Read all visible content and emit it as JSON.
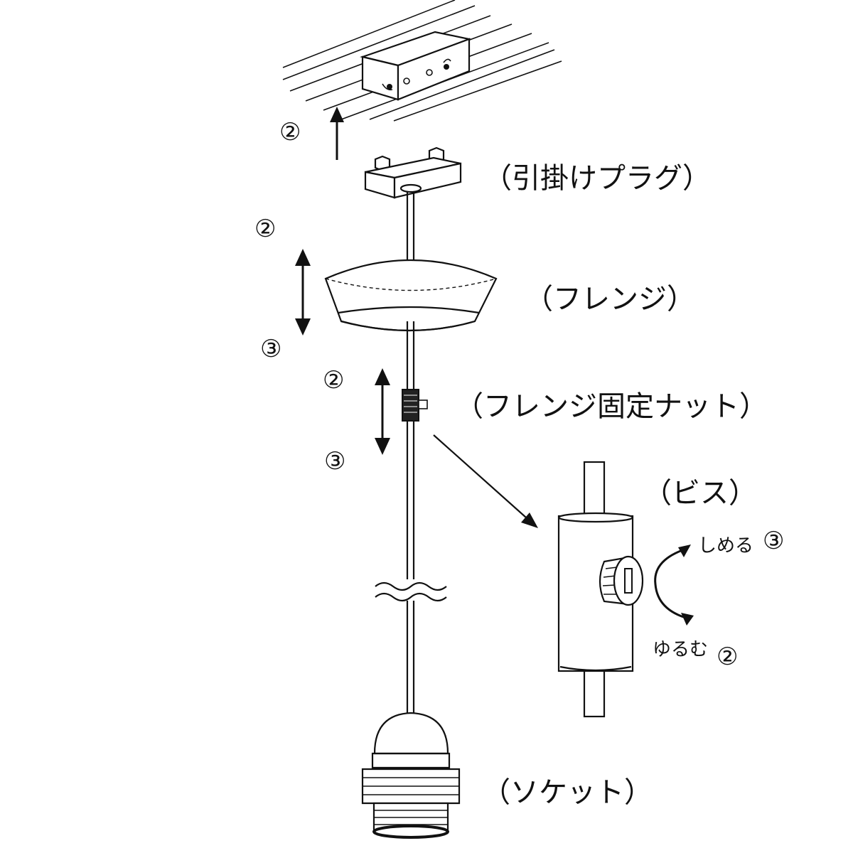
{
  "labels": {
    "ceiling_plug": "（引掛けプラグ）",
    "flange": "（フレンジ）",
    "flange_nut": "（フレンジ固定ナット）",
    "screw": "（ビス）",
    "socket": "（ソケット）",
    "tighten": "しめる",
    "loosen": "ゆるむ"
  },
  "step_markers": {
    "step2": "②",
    "step3": "③"
  },
  "colors": {
    "line": "#111111",
    "background": "#ffffff"
  }
}
